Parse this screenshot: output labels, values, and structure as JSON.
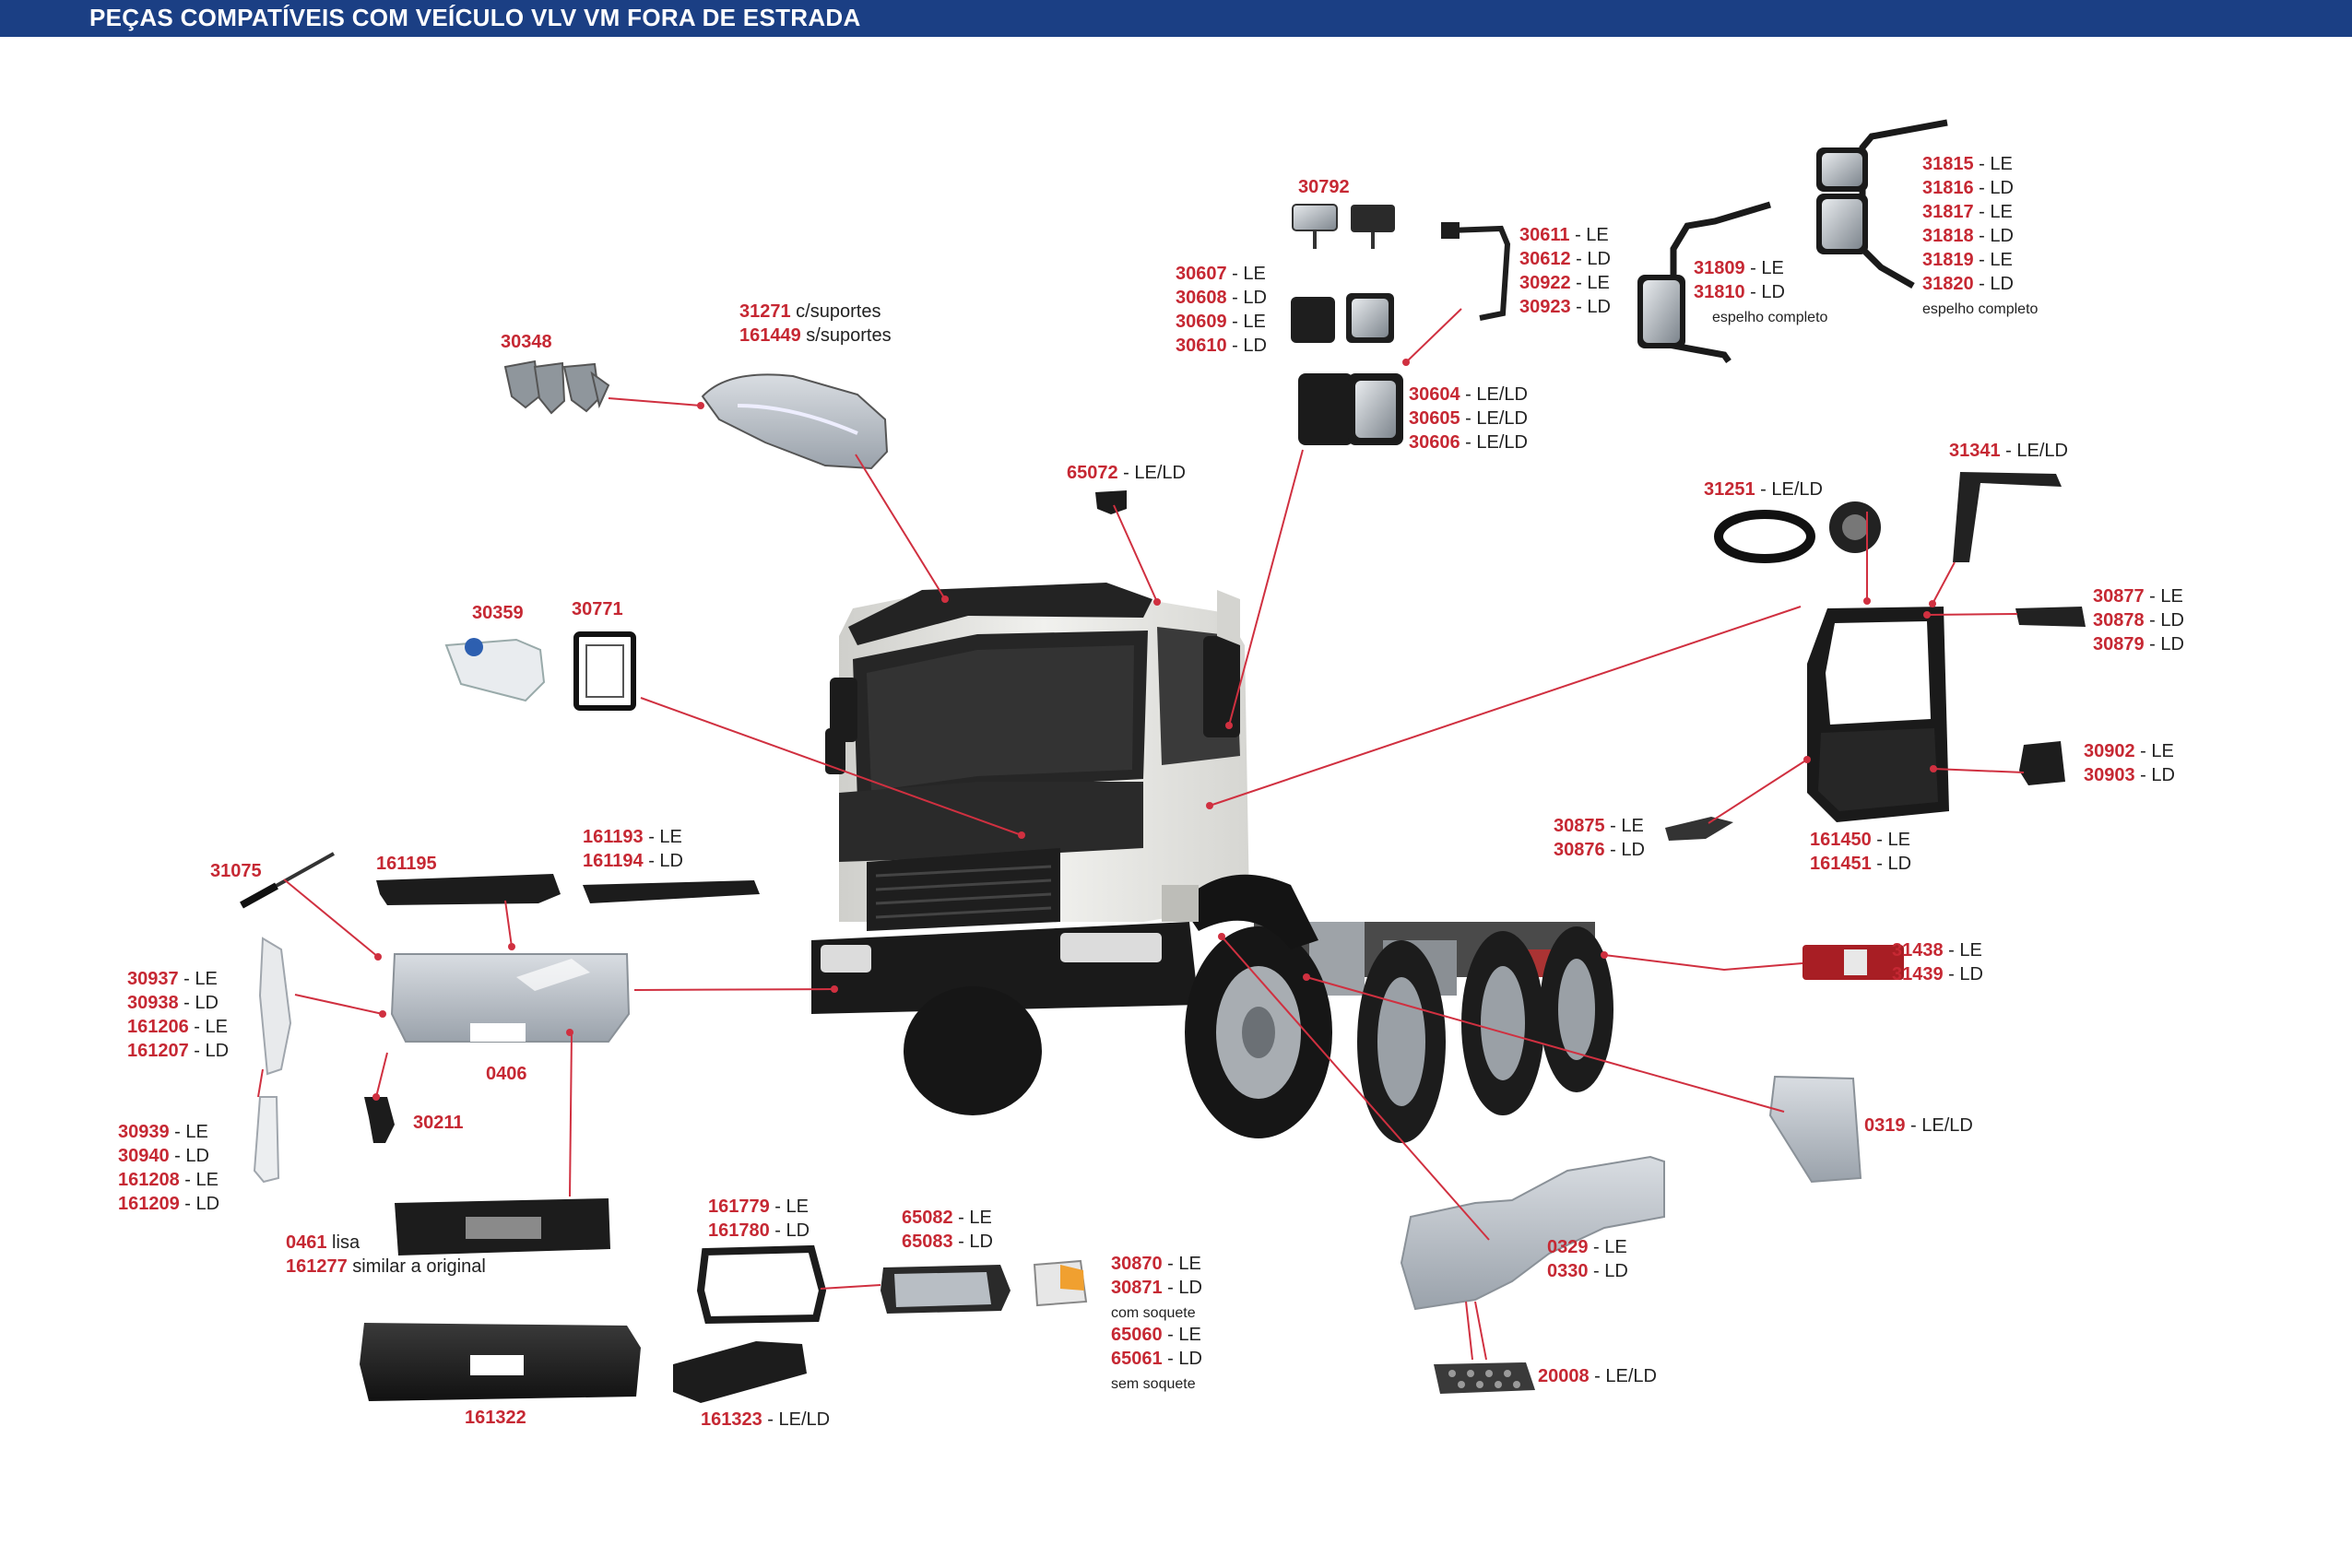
{
  "header": {
    "title": "PEÇAS COMPATÍVEIS COM VEÍCULO VLV VM FORA DE ESTRADA"
  },
  "colors": {
    "header_bg": "#1b3f84",
    "code": "#c62833",
    "leader": "#d03040"
  },
  "labels": {
    "p30792": [
      {
        "code": "30792",
        "desc": ""
      }
    ],
    "p30607": [
      {
        "code": "30607",
        "desc": " - LE"
      },
      {
        "code": "30608",
        "desc": " - LD"
      },
      {
        "code": "30609",
        "desc": " - LE"
      },
      {
        "code": "30610",
        "desc": " - LD"
      }
    ],
    "p30611": [
      {
        "code": "30611",
        "desc": " - LE"
      },
      {
        "code": "30612",
        "desc": " - LD"
      },
      {
        "code": "30922",
        "desc": " - LE"
      },
      {
        "code": "30923",
        "desc": " - LD"
      }
    ],
    "p30604": [
      {
        "code": "30604",
        "desc": " - LE/LD"
      },
      {
        "code": "30605",
        "desc": " - LE/LD"
      },
      {
        "code": "30606",
        "desc": " - LE/LD"
      }
    ],
    "p31809": [
      {
        "code": "31809",
        "desc": " - LE"
      },
      {
        "code": "31810",
        "desc": " - LD"
      }
    ],
    "p31809_note": "espelho completo",
    "p31815": [
      {
        "code": "31815",
        "desc": " - LE"
      },
      {
        "code": "31816",
        "desc": " - LD"
      },
      {
        "code": "31817",
        "desc": " - LE"
      },
      {
        "code": "31818",
        "desc": " - LD"
      },
      {
        "code": "31819",
        "desc": " - LE"
      },
      {
        "code": "31820",
        "desc": " - LD"
      }
    ],
    "p31815_note": "espelho completo",
    "p31271": [
      {
        "code": "31271",
        "desc": " c/suportes"
      },
      {
        "code": "161449",
        "desc": " s/suportes"
      }
    ],
    "p30348": [
      {
        "code": "30348",
        "desc": ""
      }
    ],
    "p65072": [
      {
        "code": "65072",
        "desc": " - LE/LD"
      }
    ],
    "p31341": [
      {
        "code": "31341",
        "desc": " - LE/LD"
      }
    ],
    "p31251": [
      {
        "code": "31251",
        "desc": " - LE/LD"
      }
    ],
    "p30877": [
      {
        "code": "30877",
        "desc": " - LE"
      },
      {
        "code": "30878",
        "desc": " - LD"
      },
      {
        "code": "30879",
        "desc": " - LD"
      }
    ],
    "p30902": [
      {
        "code": "30902",
        "desc": " - LE"
      },
      {
        "code": "30903",
        "desc": " - LD"
      }
    ],
    "p30875": [
      {
        "code": "30875",
        "desc": " - LE"
      },
      {
        "code": "30876",
        "desc": " - LD"
      }
    ],
    "p161450": [
      {
        "code": "161450",
        "desc": " - LE"
      },
      {
        "code": "161451",
        "desc": " - LD"
      }
    ],
    "p30359": [
      {
        "code": "30359",
        "desc": ""
      }
    ],
    "p30771": [
      {
        "code": "30771",
        "desc": ""
      }
    ],
    "p31075": [
      {
        "code": "31075",
        "desc": ""
      }
    ],
    "p161195": [
      {
        "code": "161195",
        "desc": ""
      }
    ],
    "p161193": [
      {
        "code": "161193",
        "desc": " - LE"
      },
      {
        "code": "161194",
        "desc": " - LD"
      }
    ],
    "p30937": [
      {
        "code": "30937",
        "desc": " - LE"
      },
      {
        "code": "30938",
        "desc": " - LD"
      },
      {
        "code": "161206",
        "desc": " - LE"
      },
      {
        "code": "161207",
        "desc": " - LD"
      }
    ],
    "p0406": [
      {
        "code": "0406",
        "desc": ""
      }
    ],
    "p30211": [
      {
        "code": "30211",
        "desc": ""
      }
    ],
    "p30939": [
      {
        "code": "30939",
        "desc": " - LE"
      },
      {
        "code": "30940",
        "desc": " - LD"
      },
      {
        "code": "161208",
        "desc": " - LE"
      },
      {
        "code": "161209",
        "desc": " - LD"
      }
    ],
    "p0461": [
      {
        "code": "0461",
        "desc": "  lisa"
      },
      {
        "code": "161277",
        "desc": "  similar a original"
      }
    ],
    "p161322": [
      {
        "code": "161322",
        "desc": ""
      }
    ],
    "p161779": [
      {
        "code": "161779",
        "desc": " - LE"
      },
      {
        "code": "161780",
        "desc": " - LD"
      }
    ],
    "p161323": [
      {
        "code": "161323",
        "desc": " - LE/LD"
      }
    ],
    "p65082": [
      {
        "code": "65082",
        "desc": " - LE"
      },
      {
        "code": "65083",
        "desc": " - LD"
      }
    ],
    "p30870": [
      {
        "code": "30870",
        "desc": " - LE"
      },
      {
        "code": "30871",
        "desc": " - LD"
      }
    ],
    "p30870_note": "com soquete",
    "p65060": [
      {
        "code": "65060",
        "desc": " - LE"
      },
      {
        "code": "65061",
        "desc": " - LD"
      }
    ],
    "p65060_note": "sem soquete",
    "p31438": [
      {
        "code": "31438",
        "desc": " - LE"
      },
      {
        "code": "31439",
        "desc": " - LD"
      }
    ],
    "p0319": [
      {
        "code": "0319",
        "desc": " - LE/LD"
      }
    ],
    "p0329": [
      {
        "code": "0329",
        "desc": " - LE"
      },
      {
        "code": "0330",
        "desc": " - LD"
      }
    ],
    "p20008": [
      {
        "code": "20008",
        "desc": " - LE/LD"
      }
    ]
  }
}
